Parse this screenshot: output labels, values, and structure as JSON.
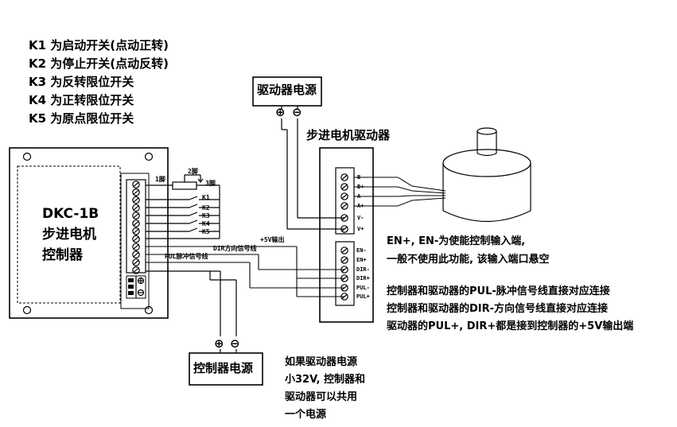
{
  "legend": [
    "K1 为启动开关(点动正转)",
    "K2 为停止开关(点动反转)",
    "K3 为反转限位开关",
    "K4 为正转限位开关",
    "K5 为原点限位开关"
  ],
  "driver_power": {
    "title": "驱动器电源",
    "plus": "⊕",
    "minus": "⊖"
  },
  "driver": {
    "title": "步进电机驱动器",
    "top_pins": [
      "B-",
      "B+",
      "A-",
      "A+",
      "V-",
      "V+"
    ],
    "bottom_pins": [
      "EN-",
      "EN+",
      "DIR-",
      "DIR+",
      "PUL-",
      "PUL+"
    ]
  },
  "controller": {
    "model": "DKC-1B",
    "line2": "步进电机",
    "line3": "控制器"
  },
  "pot": {
    "pin1": "1脚",
    "pin2": "2脚",
    "pin3": "3脚"
  },
  "switches": [
    "K1",
    "K2",
    "K3",
    "K4",
    "K5"
  ],
  "wires": {
    "v5_out": "+5V输出",
    "dir_signal": "DIR方向信号线",
    "pul_signal": "PUL脉冲信号线"
  },
  "controller_power": {
    "title": "控制器电源",
    "plus": "⊕",
    "minus": "⊖"
  },
  "notes": {
    "enable_1": "EN+, EN-为使能控制输入端,",
    "enable_2": "一般不使用此功能, 该输入端口悬空",
    "signal_1": "控制器和驱动器的PUL-脉冲信号线直接对应连接",
    "signal_2": "控制器和驱动器的DIR-方向信号线直接对应连接",
    "signal_3": "驱动器的PUL+, DIR+都是接到控制器的+5V输出端",
    "power_1": "如果驱动器电源",
    "power_2": "小32V, 控制器和",
    "power_3": "驱动器可以共用",
    "power_4": "一个电源"
  }
}
